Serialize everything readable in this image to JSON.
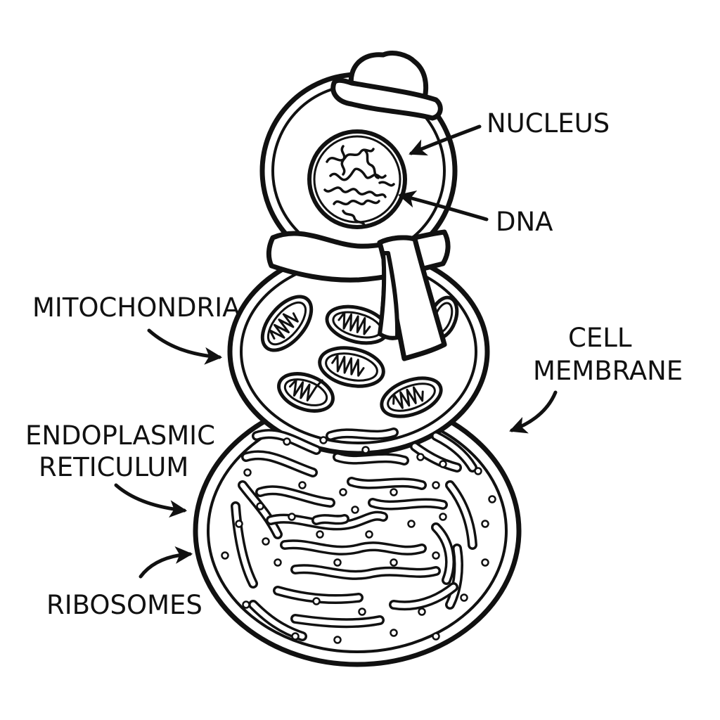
{
  "labels": {
    "nucleus": "NUCLEUS",
    "dna": "DNA",
    "mitochondria": "MITOCHONDRIA",
    "cell_membrane_line1": "CELL",
    "cell_membrane_line2": "MEMBRANE",
    "endoplasmic_line1": "ENDOPLASMIC",
    "endoplasmic_line2": "RETICULUM",
    "ribosomes": "RIBOSOMES"
  },
  "colors": {
    "ink": "#111111",
    "background": "#ffffff"
  }
}
